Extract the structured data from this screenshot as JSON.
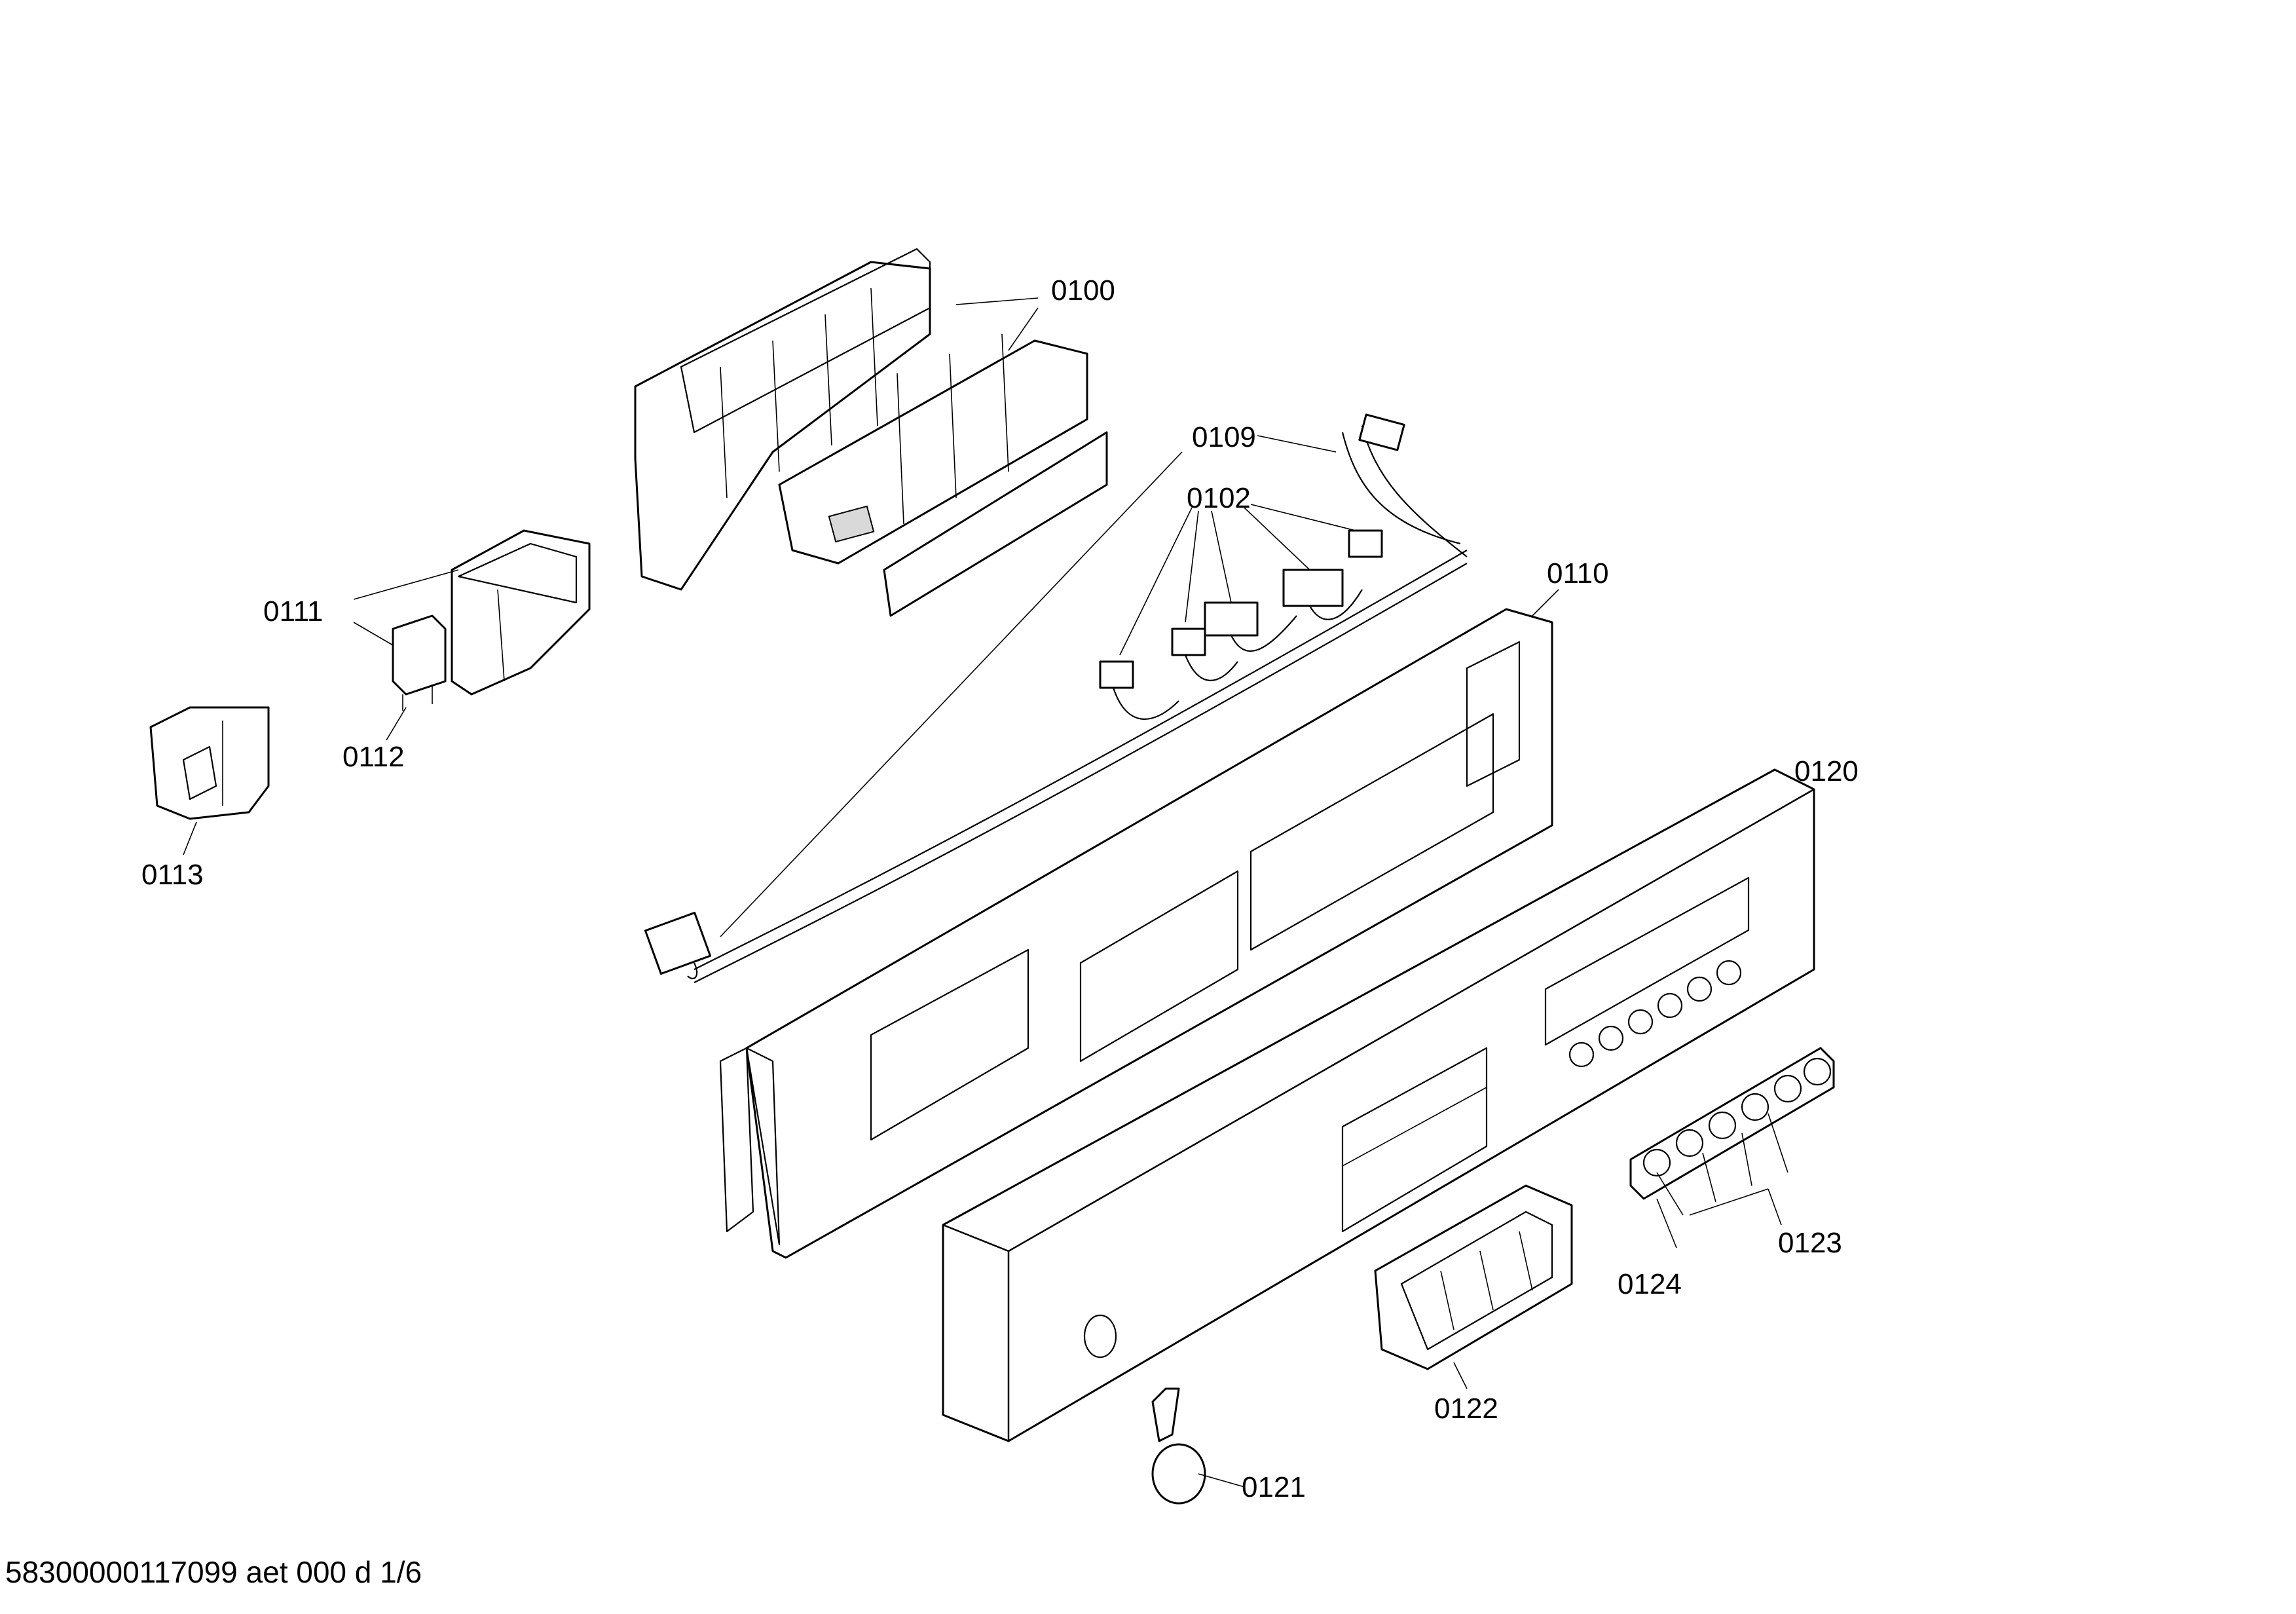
{
  "diagram": {
    "part_labels": [
      "0100",
      "0109",
      "0102",
      "0110",
      "0111",
      "0112",
      "0113",
      "0120",
      "0124",
      "0123",
      "0122",
      "0121"
    ],
    "footer": "58300000117099 aet 000 d 1/6"
  }
}
